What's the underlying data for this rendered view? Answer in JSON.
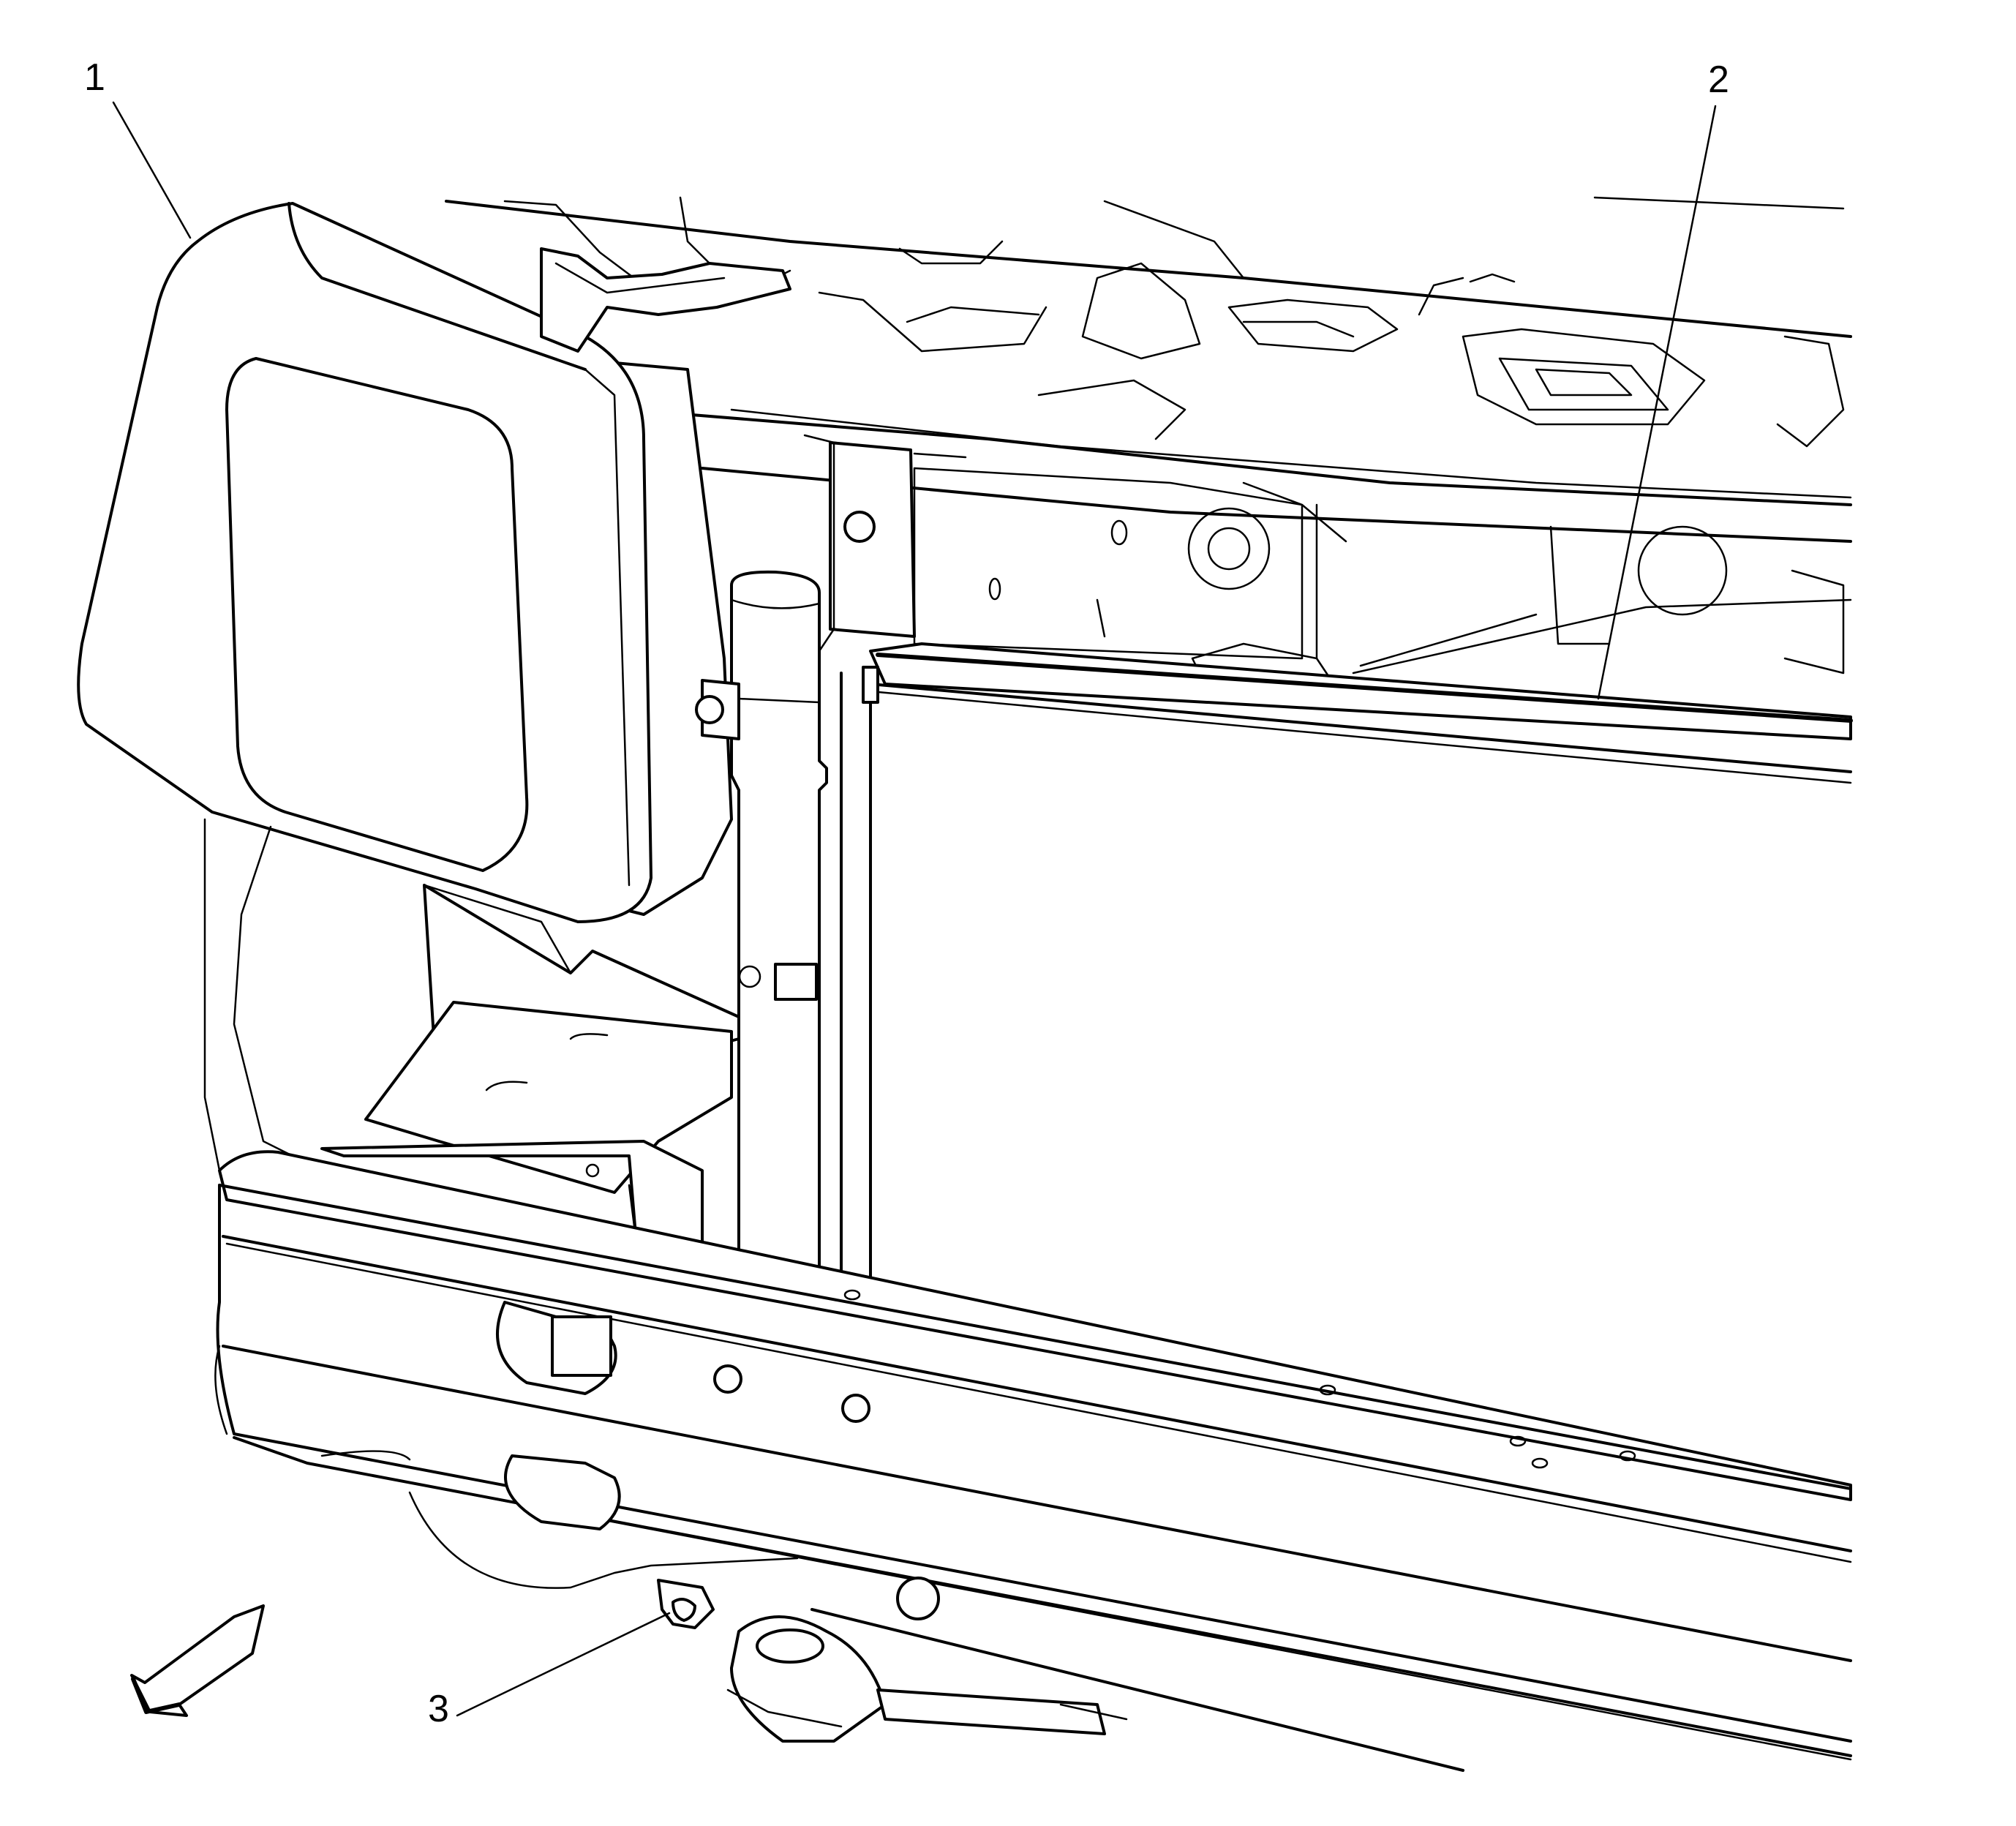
{
  "figure": {
    "callouts": [
      {
        "id": "1",
        "label": "1",
        "part": "headlamp"
      },
      {
        "id": "2",
        "label": "2",
        "part": "radiator-upper-edge"
      },
      {
        "id": "3",
        "label": "3",
        "part": "lower-fastener"
      }
    ],
    "direction_icon": "forward-arrow-icon",
    "colors": {
      "line": "#000000",
      "background": "#ffffff"
    }
  }
}
